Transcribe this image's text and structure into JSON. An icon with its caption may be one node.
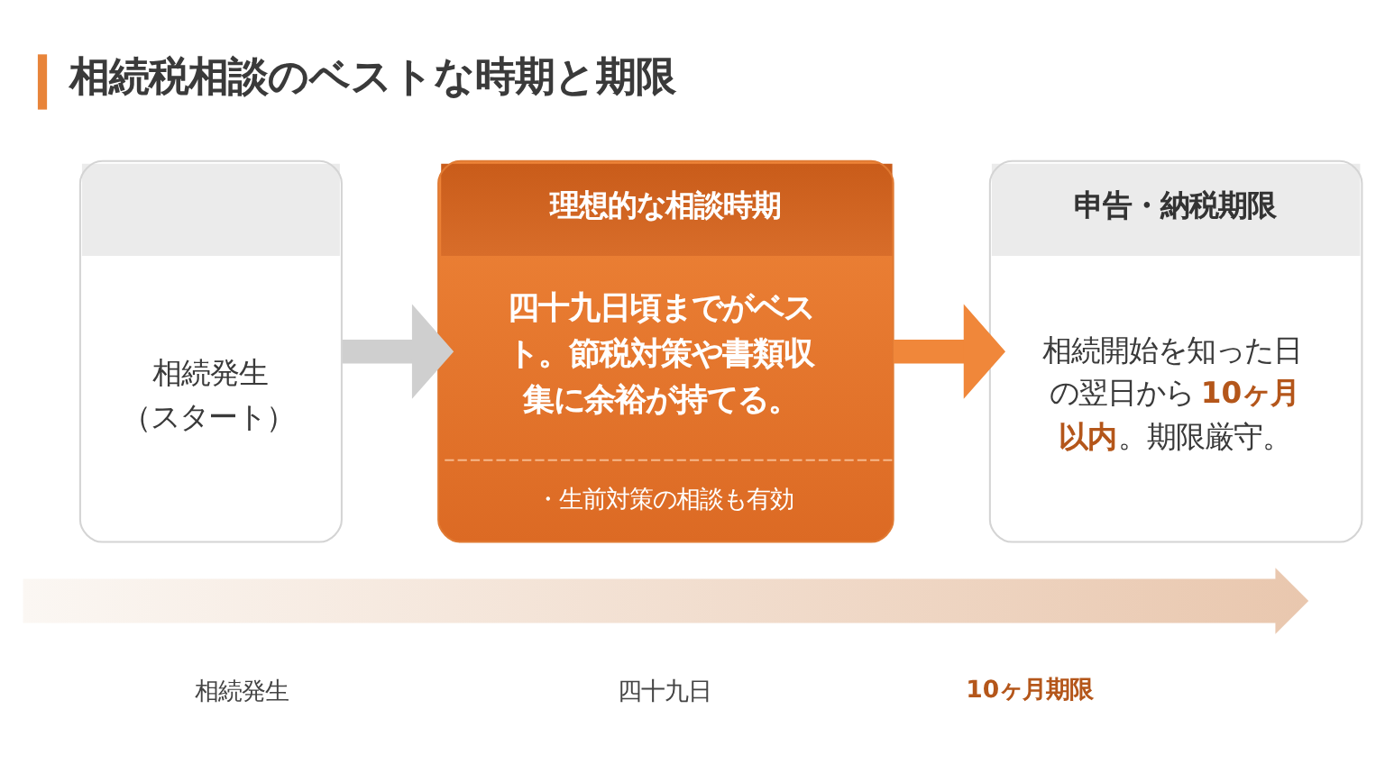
{
  "diagram": {
    "title": "相続税相談のベストな時期と期限",
    "nodes": [
      {
        "text": [
          "相続発生（スタート）"
        ]
      },
      {
        "text": [
          "理想的な相談時期",
          "四十九日頃までがベスト。節税対策や書類収集に余裕が持てる。",
          "・生前対策の相談も有効"
        ]
      },
      {
        "text": [
          "申告・納税期限",
          "相続開始を知った日の翌日から**10ヶ月以内**。期限厳守。"
        ]
      },
      {
        "text": [],
        "shape": "arrow"
      }
    ],
    "edges": [
      {
        "from": 0,
        "to": 1,
        "arrow": "to",
        "color": "#cfcfcf"
      },
      {
        "from": 1,
        "to": 2,
        "arrow": "to",
        "color": "#f0873a"
      }
    ],
    "labels": [
      "相続発生",
      "四十九日",
      "10ヶ月期限"
    ]
  }
}
